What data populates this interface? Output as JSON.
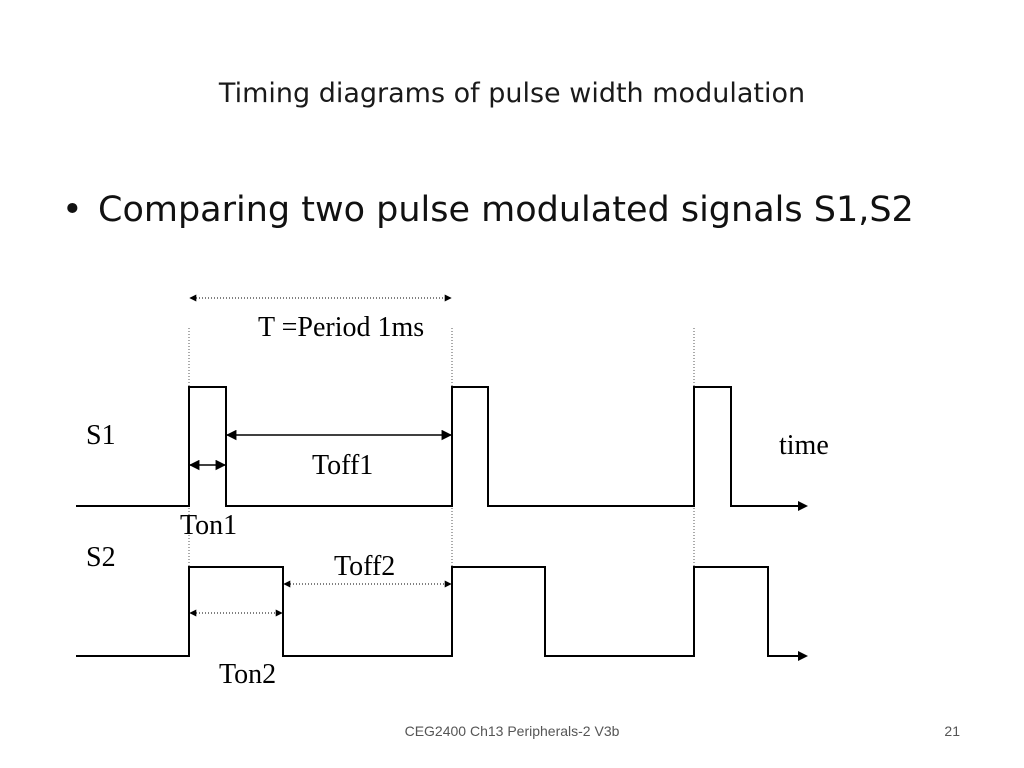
{
  "slide": {
    "title": "Timing diagrams of pulse width modulation",
    "bullet_symbol": "•",
    "bullet_text": "Comparing two pulse modulated signals S1,S2",
    "footer": "CEG2400 Ch13 Peripherals-2   V3b",
    "page_number": "21"
  },
  "diagram": {
    "period_label": "T =Period 1ms",
    "time_label": "time",
    "s1_label": "S1",
    "s2_label": "S2",
    "ton1_label": "Ton1",
    "toff1_label": "Toff1",
    "ton2_label": "Ton2",
    "toff2_label": "Toff2"
  }
}
